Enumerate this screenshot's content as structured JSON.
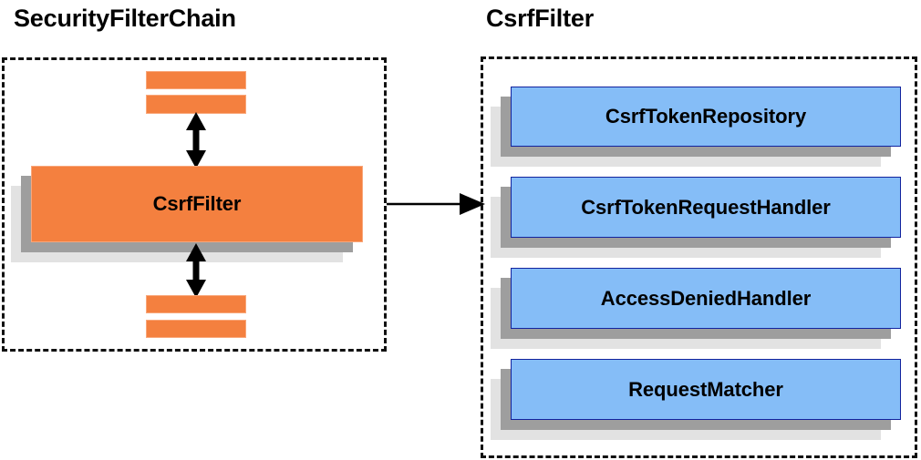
{
  "diagram": {
    "type": "component-relationship-diagram",
    "background_color": "#ffffff",
    "panels": [
      {
        "id": "security-filter-chain",
        "title": "SecurityFilterChain",
        "accent_color": "#f4803f",
        "border_style": "dashed",
        "border_color": "#111111",
        "components": [
          {
            "label": "",
            "kind": "filter-stub",
            "position": "top-1"
          },
          {
            "label": "",
            "kind": "filter-stub",
            "position": "top-2"
          },
          {
            "label": "CsrfFilter",
            "kind": "highlighted-filter",
            "position": "center"
          },
          {
            "label": "",
            "kind": "filter-stub",
            "position": "bottom-1"
          },
          {
            "label": "",
            "kind": "filter-stub",
            "position": "bottom-2"
          }
        ],
        "connectors": [
          {
            "kind": "double-arrow",
            "orientation": "vertical",
            "between": "top-stubs-and-CsrfFilter"
          },
          {
            "kind": "double-arrow",
            "orientation": "vertical",
            "between": "CsrfFilter-and-bottom-stubs"
          }
        ]
      },
      {
        "id": "csrf-filter",
        "title": "CsrfFilter",
        "accent_color": "#85bdf7",
        "border_style": "dashed",
        "border_color": "#111111",
        "components": [
          {
            "label": "CsrfTokenRepository",
            "kind": "collaborator"
          },
          {
            "label": "CsrfTokenRequestHandler",
            "kind": "collaborator"
          },
          {
            "label": "AccessDeniedHandler",
            "kind": "collaborator"
          },
          {
            "label": "RequestMatcher",
            "kind": "collaborator"
          }
        ]
      }
    ],
    "cross_panel_connector": {
      "kind": "single-arrow",
      "orientation": "horizontal",
      "from": "CsrfFilter (SecurityFilterChain)",
      "to": "CsrfFilter panel",
      "color": "#000000"
    },
    "colors": {
      "orange_fill": "#f4803f",
      "orange_border": "#f9a77a",
      "blue_fill": "#85bdf7",
      "blue_border": "#12239e",
      "shadow_dark": "#9e9e9e",
      "shadow_light": "#e2e2e2",
      "text": "#000000"
    }
  }
}
